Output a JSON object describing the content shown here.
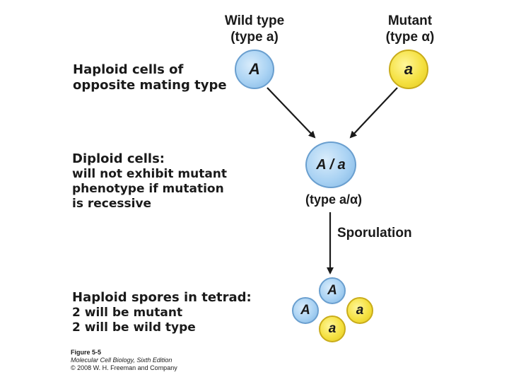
{
  "header": {
    "wild_type_title": "Wild type",
    "wild_type_sub": "(type a)",
    "mutant_title": "Mutant",
    "mutant_sub": "(type α)"
  },
  "labels": {
    "haploid_cells_line1": "Haploid cells of",
    "haploid_cells_line2": "opposite mating type",
    "diploid_head": "Diploid cells:",
    "diploid_line1": "will not exhibit mutant",
    "diploid_line2": "phenotype if mutation",
    "diploid_line3": "is recessive",
    "spores_head": "Haploid spores in tetrad:",
    "spores_line1": "2 will be mutant",
    "spores_line2": "2 will be wild type"
  },
  "cells": {
    "wild": "A",
    "mutant": "a",
    "diploid": "A / a",
    "diploid_type": "(type a/α)",
    "spore_top": "A",
    "spore_left": "A",
    "spore_right": "a",
    "spore_bottom": "a"
  },
  "process": {
    "sporulation": "Sporulation"
  },
  "caption": {
    "figure": "Figure 5-5",
    "book": "Molecular Cell Biology, Sixth Edition",
    "copyright": "© 2008 W. H. Freeman and Company"
  },
  "colors": {
    "wild_cell": "#a9d2f3",
    "mutant_cell": "#f5e142",
    "arrow": "#1a1a1a"
  }
}
